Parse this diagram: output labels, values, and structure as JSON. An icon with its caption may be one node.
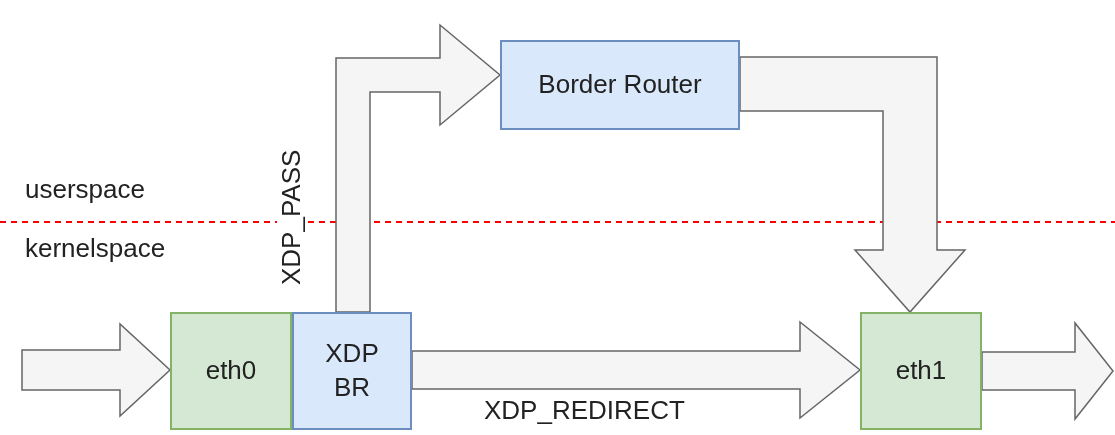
{
  "diagram": {
    "nodes": [
      {
        "text": [
          "Border Router"
        ]
      },
      {
        "text": [
          "eth0"
        ]
      },
      {
        "text": [
          "XDP BR"
        ]
      },
      {
        "text": [
          "eth1"
        ]
      }
    ],
    "edges": [
      {
        "from": null,
        "to": 1,
        "arrow": "to"
      },
      {
        "from": 2,
        "to": 0,
        "arrow": "to",
        "label": "XDP_PASS"
      },
      {
        "from": 0,
        "to": 3,
        "arrow": "to"
      },
      {
        "from": 2,
        "to": 3,
        "arrow": "to",
        "label": "XDP_REDIRECT"
      },
      {
        "from": 3,
        "to": null,
        "arrow": "to"
      }
    ],
    "labels": [
      "userspace",
      "kernelspace"
    ]
  }
}
